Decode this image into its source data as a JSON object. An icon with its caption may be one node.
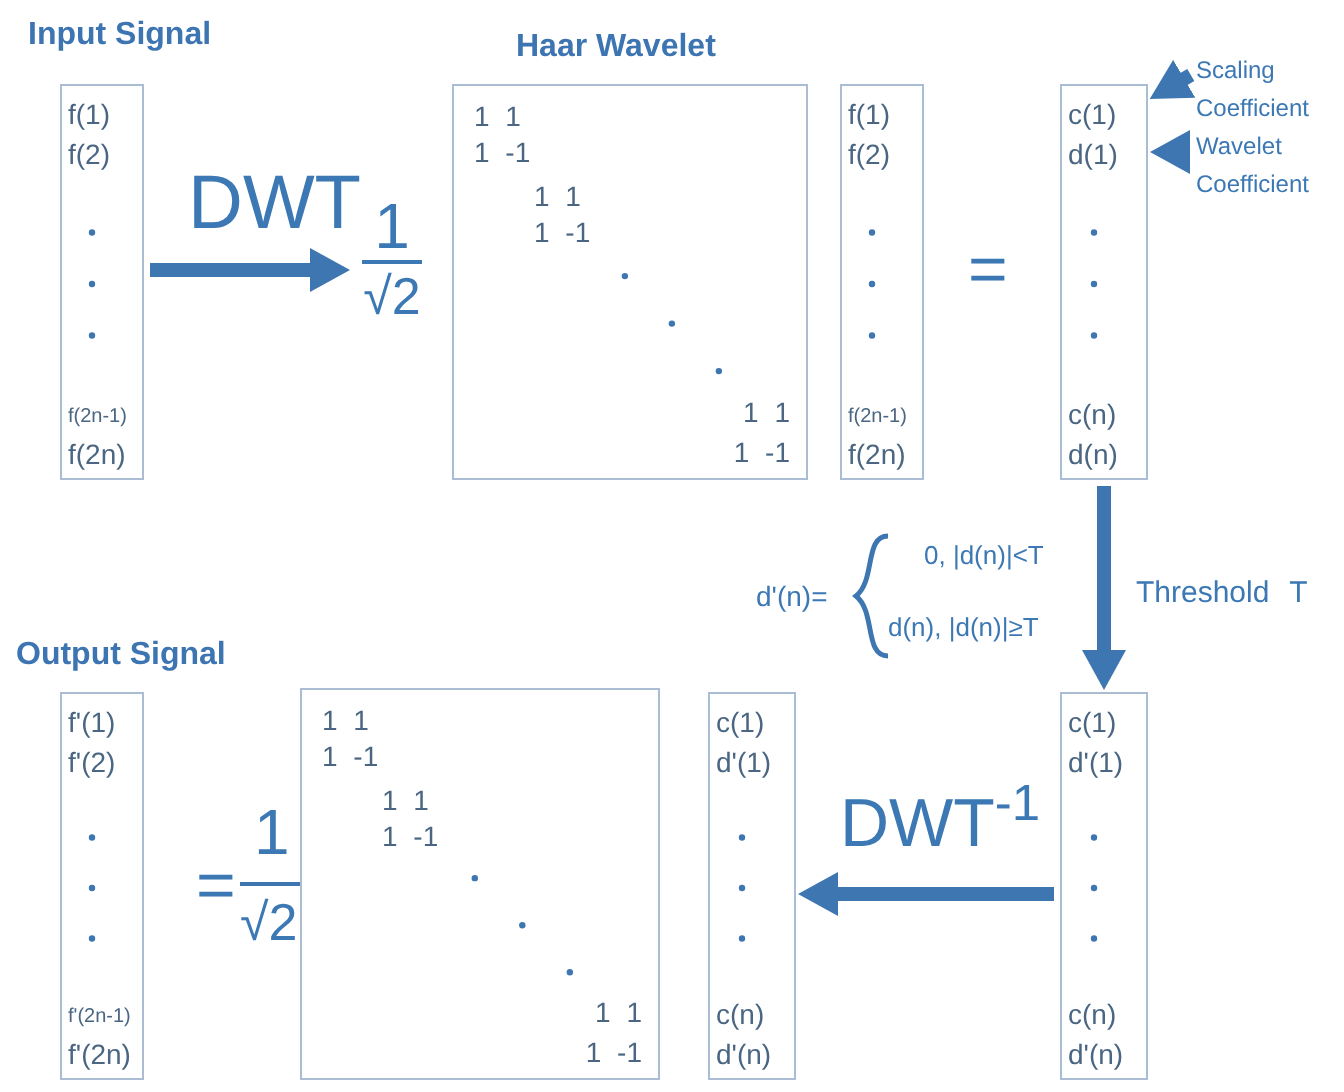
{
  "diagram": {
    "nodes": [
      {
        "text": [
          "f(1)",
          "f(2)",
          "f(2n-1)",
          "f(2n)"
        ]
      },
      {
        "text": [
          "1",
          "√2"
        ]
      },
      {
        "text": [
          "1 1",
          "1 -1",
          "1 1",
          "1 -1",
          "1 1",
          "1 -1"
        ]
      },
      {
        "text": [
          "f(1)",
          "f(2)",
          "f(2n-1)",
          "f(2n)"
        ]
      },
      {
        "text": [
          "c(1)",
          "d(1)",
          "c(n)",
          "d(n)"
        ]
      },
      {
        "text": [
          "Scaling Coefficient"
        ]
      },
      {
        "text": [
          "Wavelet Coefficient"
        ]
      },
      {
        "text": [
          "f'(1)",
          "f'(2)",
          "f'(2n-1)",
          "f'(2n)"
        ]
      },
      {
        "text": [
          "1 1",
          "1 -1",
          "1 1",
          "1 -1",
          "1 1",
          "1 -1"
        ]
      },
      {
        "text": [
          "c(1)",
          "d'(1)",
          "c(n)",
          "d'(n)"
        ]
      },
      {
        "text": [
          "c(1)",
          "d'(1)",
          "c(n)",
          "d'(n)"
        ]
      }
    ],
    "edges": [
      {
        "from": 0,
        "to": 1,
        "arrow": "to",
        "label": "DWT"
      },
      {
        "from": 5,
        "to": 4,
        "arrow": "to"
      },
      {
        "from": 6,
        "to": 4,
        "arrow": "to"
      },
      {
        "from": 4,
        "to": 10,
        "arrow": "to",
        "label": "Threshold T"
      },
      {
        "from": 10,
        "to": 9,
        "arrow": "to",
        "label": "DWT$^{-1}$"
      }
    ],
    "labels": [
      "Input Signal",
      "Haar Wavelet",
      "=",
      "d'(n)=",
      "0, |d(n)|<T",
      "d(n), |d(n)|≥T",
      "Output Signal",
      "=",
      "1",
      "√2"
    ]
  }
}
